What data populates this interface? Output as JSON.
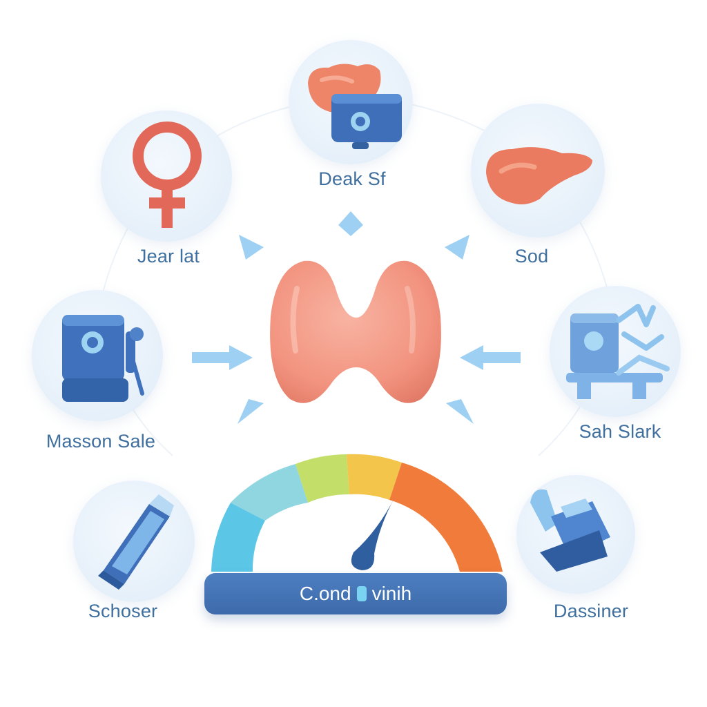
{
  "nodes": [
    {
      "id": "top",
      "label": "Deak Sf",
      "icon": "gland-organ-with-device-icon"
    },
    {
      "id": "upper-left",
      "label": "Jear lat",
      "icon": "female-symbol-icon"
    },
    {
      "id": "upper-right",
      "label": "Sod",
      "icon": "liver-organ-icon"
    },
    {
      "id": "mid-left",
      "label": "Masson Sale",
      "icon": "blue-device-icon"
    },
    {
      "id": "mid-right",
      "label": "Sah Slark",
      "icon": "blue-machine-icon"
    },
    {
      "id": "lower-left",
      "label": "Schoser",
      "icon": "blue-cartridge-icon"
    },
    {
      "id": "lower-right",
      "label": "Dassiner",
      "icon": "blue-sprayer-icon"
    }
  ],
  "center": {
    "icon": "thyroid-gland-icon"
  },
  "gauge": {
    "segment_colors": [
      "#5bc6e6",
      "#8fd6e0",
      "#c3df6a",
      "#f3c54a",
      "#f07b3a"
    ],
    "needle_color": "#2f5f9e"
  },
  "status": {
    "text_before": "C.ond",
    "text_after": "vinih",
    "marker_color": "#7ad3f0"
  },
  "colors": {
    "label": "#3f6f9e",
    "arrow": "#9dd0f3",
    "organ": "#f2937f"
  }
}
